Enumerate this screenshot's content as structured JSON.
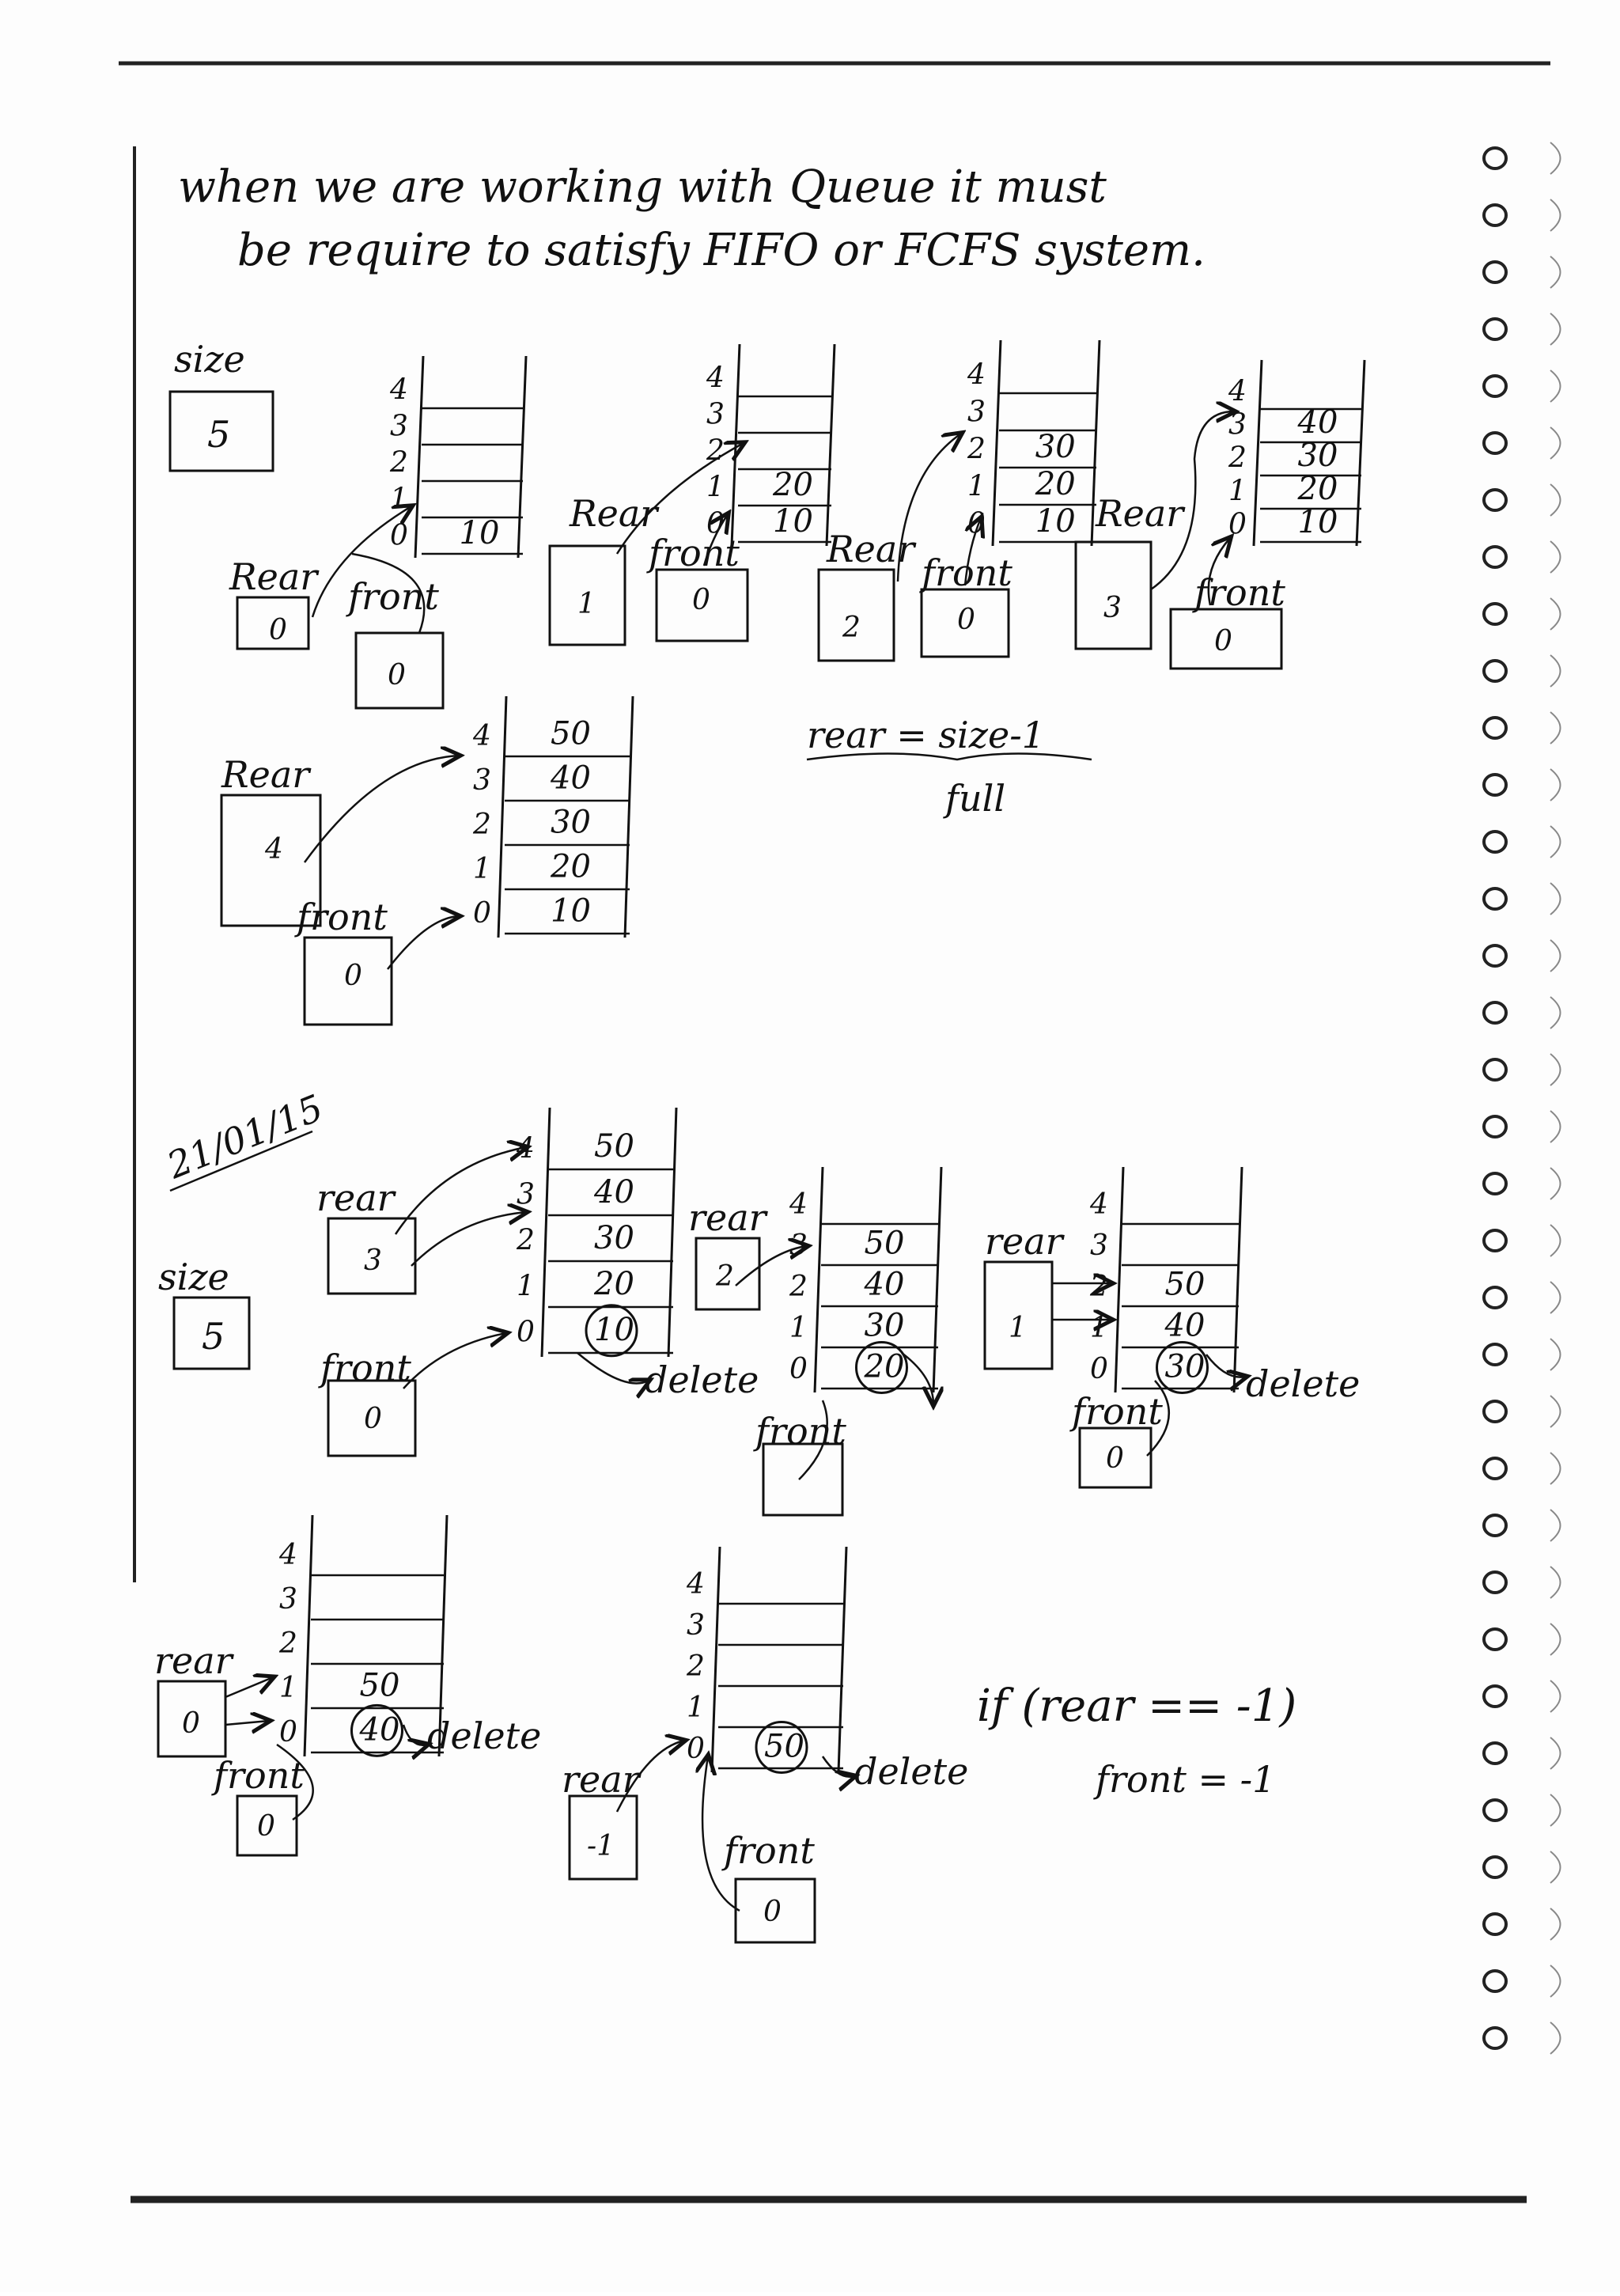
{
  "header": {
    "line1": "when we are working with Queue it must",
    "line2": "be require to satisfy FIFO or FCFS system."
  },
  "section1": {
    "size_label": "size",
    "size_value": "5",
    "rear_label": "Rear",
    "front_label": "front",
    "index_labels": [
      "4",
      "3",
      "2",
      "1",
      "0"
    ],
    "frame1": {
      "rear": "0",
      "front": "0",
      "cells": [
        "",
        "",
        "",
        "",
        "10"
      ]
    },
    "frame2": {
      "rear": "1",
      "front": "0",
      "cells": [
        "",
        "",
        "",
        "20",
        "10"
      ]
    },
    "frame3": {
      "rear": "2",
      "front": "0",
      "cells": [
        "",
        "",
        "30",
        "20",
        "10"
      ]
    },
    "frame4": {
      "rear": "3",
      "front": "0",
      "cells": [
        "",
        "40",
        "30",
        "20",
        "10"
      ]
    },
    "frame5": {
      "rear": "4",
      "front": "0",
      "cells": [
        "50",
        "40",
        "30",
        "20",
        "10"
      ]
    },
    "condition_line1": "rear = size-1",
    "condition_line2": "full"
  },
  "section2": {
    "date": "21/01/15",
    "size_label": "size",
    "size_value": "5",
    "rear_label": "rear",
    "front_label": "front",
    "delete_label": "delete",
    "frame1": {
      "rear": "3",
      "front": "0",
      "cells": [
        "50",
        "40",
        "30",
        "20",
        "10"
      ],
      "deleted": "10"
    },
    "frame2": {
      "rear": "2",
      "cells": [
        "",
        "50",
        "40",
        "30",
        "20"
      ],
      "deleted": "20"
    },
    "frame3": {
      "rear": "1",
      "front": "0",
      "cells": [
        "",
        "",
        "50",
        "40",
        "30"
      ],
      "deleted": "30"
    },
    "frame4": {
      "rear": "0",
      "front": "0",
      "cells": [
        "",
        "",
        "",
        "50",
        "40"
      ],
      "deleted": "40"
    },
    "frame5": {
      "rear": "-1",
      "front": "0",
      "cells": [
        "",
        "",
        "",
        "",
        "50"
      ],
      "deleted": "50"
    },
    "condition_line1": "if (rear == -1)",
    "condition_line2": "front = -1"
  }
}
